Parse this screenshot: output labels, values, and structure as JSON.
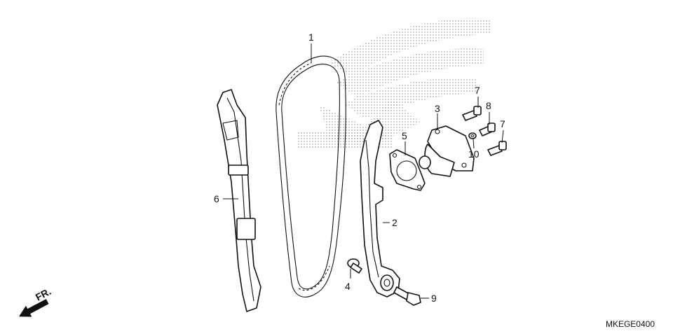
{
  "callouts": {
    "p1": "1",
    "p2": "2",
    "p3": "3",
    "p4": "4",
    "p5": "5",
    "p6": "6",
    "p7a": "7",
    "p7b": "7",
    "p8": "8",
    "p9": "9",
    "p10": "10"
  },
  "direction_label": "FR.",
  "diagram_code": "MKEGE0400",
  "icons": {
    "direction_arrow": "arrow-down-left-icon",
    "watermark": "wing-logo-watermark"
  },
  "colors": {
    "line": "#111111",
    "watermark_dots": "#9a9a9a"
  }
}
